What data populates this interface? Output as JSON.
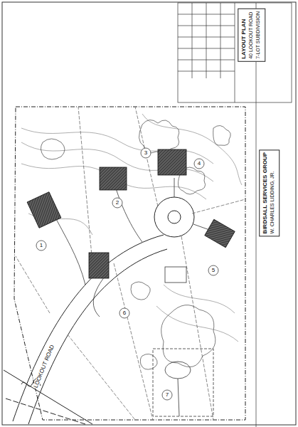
{
  "diagram": {
    "nodes": [
      {
        "text": [
          "LAYOUT PLAN",
          "40 LOOKOUT ROAD",
          "7-LOT SUBDIVISION"
        ]
      },
      {
        "text": [
          "BIRDSALL SERVICES GROUP",
          "W. CHARLES LIDDING, JR."
        ]
      }
    ],
    "labels": [
      "1",
      "2",
      "3",
      "4",
      "5",
      "6",
      "7",
      "LOOKOUT ROAD"
    ]
  }
}
